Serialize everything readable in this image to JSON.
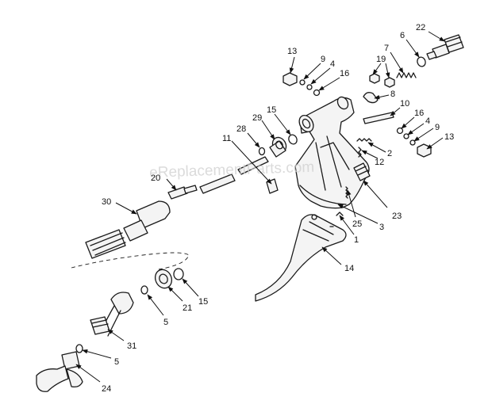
{
  "watermark": "eReplacementParts.com",
  "callouts": [
    {
      "id": "c13a",
      "label": "13"
    },
    {
      "id": "c9a",
      "label": "9"
    },
    {
      "id": "c4a",
      "label": "4"
    },
    {
      "id": "c16a",
      "label": "16"
    },
    {
      "id": "c19",
      "label": "19"
    },
    {
      "id": "c7",
      "label": "7"
    },
    {
      "id": "c6",
      "label": "6"
    },
    {
      "id": "c22",
      "label": "22"
    },
    {
      "id": "c8",
      "label": "8"
    },
    {
      "id": "c10",
      "label": "10"
    },
    {
      "id": "c16b",
      "label": "16"
    },
    {
      "id": "c4b",
      "label": "4"
    },
    {
      "id": "c9b",
      "label": "9"
    },
    {
      "id": "c13b",
      "label": "13"
    },
    {
      "id": "c29",
      "label": "29"
    },
    {
      "id": "c15a",
      "label": "15"
    },
    {
      "id": "c28",
      "label": "28"
    },
    {
      "id": "c11",
      "label": "11"
    },
    {
      "id": "c2",
      "label": "2"
    },
    {
      "id": "c12",
      "label": "12"
    },
    {
      "id": "c20",
      "label": "20"
    },
    {
      "id": "c30",
      "label": "30"
    },
    {
      "id": "c23",
      "label": "23"
    },
    {
      "id": "c25",
      "label": "25"
    },
    {
      "id": "c3",
      "label": "3"
    },
    {
      "id": "c1",
      "label": "1"
    },
    {
      "id": "c14",
      "label": "14"
    },
    {
      "id": "c21",
      "label": "21"
    },
    {
      "id": "c15b",
      "label": "15"
    },
    {
      "id": "c5a",
      "label": "5"
    },
    {
      "id": "c31",
      "label": "31"
    },
    {
      "id": "c5b",
      "label": "5"
    },
    {
      "id": "c24",
      "label": "24"
    }
  ]
}
